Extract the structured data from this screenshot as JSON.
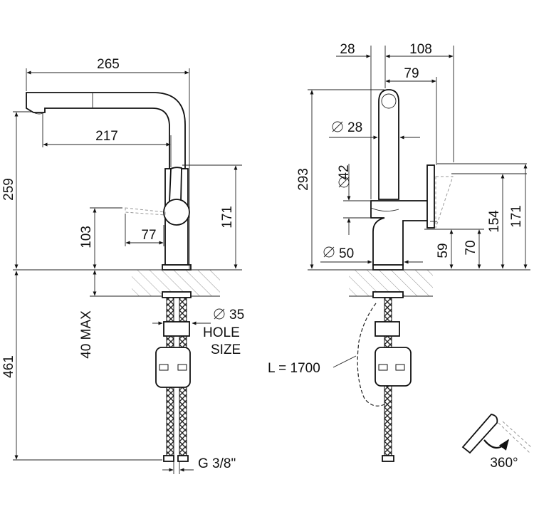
{
  "dimensions": {
    "spout_reach_total": "265",
    "spout_reach": "217",
    "total_height_front": "259",
    "lever_height": "171",
    "lever_reach": "77",
    "lever_pivot_height": "103",
    "below_counter": "461",
    "counter_thickness": "40 MAX",
    "hole_diameter": "35",
    "hole_label_1": "HOLE",
    "hole_label_2": "SIZE",
    "thread": "G 3/8\"",
    "top_offset": "28",
    "top_reach": "108",
    "top_reach_inner": "79",
    "spout_diameter": "28",
    "body_diameter": "42",
    "base_diameter": "50",
    "total_height_side": "293",
    "side_154": "154",
    "side_171": "171",
    "side_59": "59",
    "side_70": "70",
    "hose_length": "L = 1700",
    "rotation": "360°"
  }
}
